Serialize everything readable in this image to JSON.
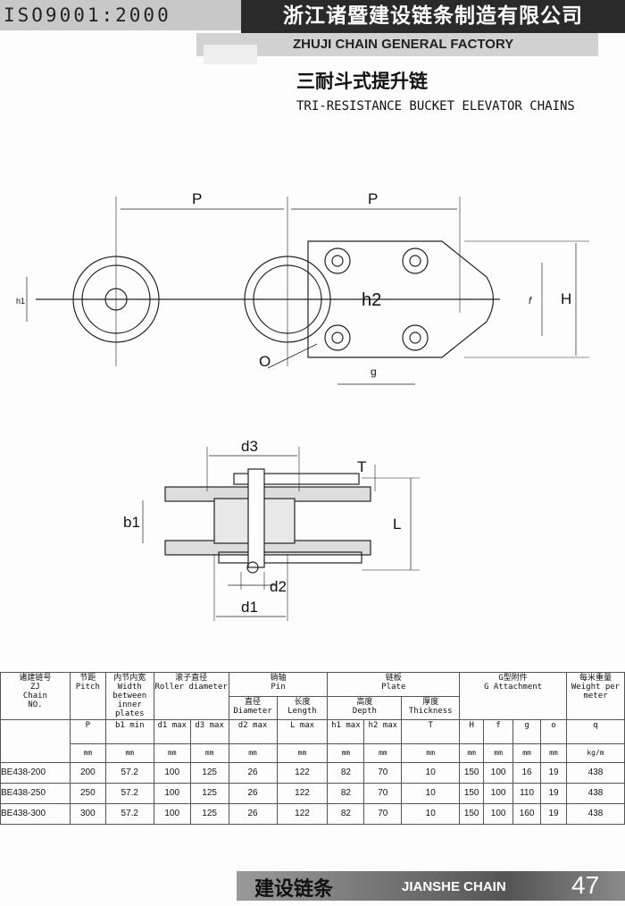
{
  "header": {
    "iso": "ISO9001:2000",
    "company_cn": "浙江诸暨建设链条制造有限公司",
    "company_en": "ZHUJI CHAIN GENERAL FACTORY"
  },
  "title": {
    "cn": "三耐斗式提升链",
    "en": "TRI-RESISTANCE BUCKET ELEVATOR CHAINS"
  },
  "diagram1": {
    "labels": {
      "p1": "P",
      "p2": "P",
      "h1": "h1",
      "h2": "h2",
      "f": "f",
      "H": "H",
      "o": "O",
      "g": "g"
    }
  },
  "diagram2": {
    "labels": {
      "d3": "d3",
      "T": "T",
      "b1": "b1",
      "L": "L",
      "d2": "d2",
      "d1": "d1"
    }
  },
  "table": {
    "groups": {
      "chain": [
        "诸建链号",
        "ZJ",
        "Chain",
        "NO."
      ],
      "pitch": [
        "节距",
        "Pitch"
      ],
      "width": [
        "内节内宽",
        "Width between inner plates"
      ],
      "roller": [
        "滚子直径",
        "Roller diameter"
      ],
      "pin": [
        "销轴",
        "Pin"
      ],
      "pin_d": [
        "直径",
        "Diameter"
      ],
      "pin_l": [
        "长度",
        "Length"
      ],
      "plate": [
        "链板",
        "Plate"
      ],
      "plate_depth": [
        "高度",
        "Depth"
      ],
      "plate_t": [
        "厚度",
        "Thickness"
      ],
      "attach": [
        "G型附件",
        "G Attachment"
      ],
      "weight": [
        "每米重量",
        "Weight per meter"
      ]
    },
    "symbols": [
      "P",
      "b1 min",
      "d1 max",
      "d3 max",
      "d2 max",
      "L max",
      "h1 max",
      "h2 max",
      "T",
      "H",
      "f",
      "g",
      "o",
      "q"
    ],
    "units": [
      "mm",
      "mm",
      "mm",
      "mm",
      "mm",
      "mm",
      "mm",
      "mm",
      "mm",
      "mm",
      "mm",
      "mm",
      "mm",
      "kg/m"
    ],
    "rows": [
      [
        "BE438-200",
        "200",
        "57.2",
        "100",
        "125",
        "26",
        "122",
        "82",
        "70",
        "10",
        "150",
        "100",
        "16",
        "19",
        "438"
      ],
      [
        "BE438-250",
        "250",
        "57.2",
        "100",
        "125",
        "26",
        "122",
        "82",
        "70",
        "10",
        "150",
        "100",
        "110",
        "19",
        "438"
      ],
      [
        "BE438-300",
        "300",
        "57.2",
        "100",
        "125",
        "26",
        "122",
        "82",
        "70",
        "10",
        "150",
        "100",
        "160",
        "19",
        "438"
      ]
    ]
  },
  "footer": {
    "cn": "建设链条",
    "en": "JIANSHE CHAIN",
    "page": "47"
  }
}
